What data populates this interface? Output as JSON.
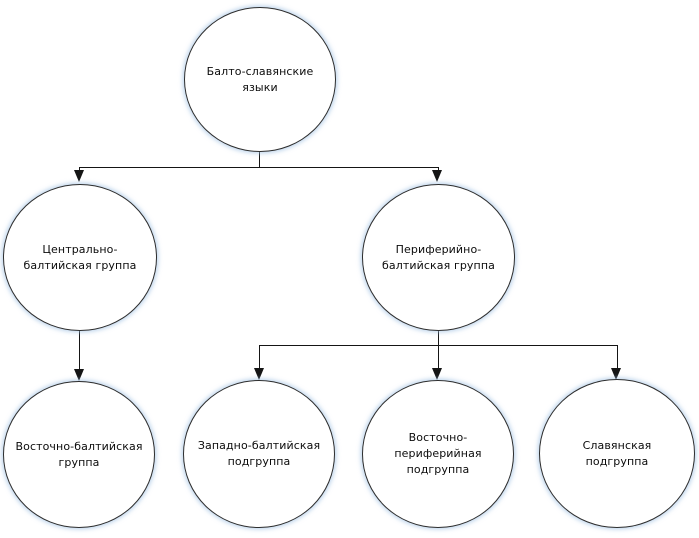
{
  "diagram": {
    "type": "tree",
    "nodes": [
      {
        "id": "balto-slavic-languages",
        "label": "Балто-славянские\nязыки"
      },
      {
        "id": "central-baltic-group",
        "label": "Центрально-\nбалтийская группа"
      },
      {
        "id": "peripheral-baltic-group",
        "label": "Периферийно-\nбалтийская группа"
      },
      {
        "id": "east-baltic-group",
        "label": "Восточно-балтийская\nгруппа"
      },
      {
        "id": "west-baltic-subgroup",
        "label": "Западно-балтийская\nподгруппа"
      },
      {
        "id": "east-peripheral-subgroup",
        "label": "Восточно-\nпериферийная\nподгруппа"
      },
      {
        "id": "slavic-subgroup",
        "label": "Славянская\nподгруппа"
      }
    ],
    "edges": [
      {
        "from": "balto-slavic-languages",
        "to": "central-baltic-group"
      },
      {
        "from": "balto-slavic-languages",
        "to": "peripheral-baltic-group"
      },
      {
        "from": "central-baltic-group",
        "to": "east-baltic-group"
      },
      {
        "from": "peripheral-baltic-group",
        "to": "west-baltic-subgroup"
      },
      {
        "from": "peripheral-baltic-group",
        "to": "east-peripheral-subgroup"
      },
      {
        "from": "peripheral-baltic-group",
        "to": "slavic-subgroup"
      }
    ],
    "colors": {
      "background": "#ffffff",
      "node_fill": "#ffffff",
      "node_stroke": "#2d2d2d",
      "node_glow": "#9dbee2",
      "connector": "#151515",
      "text": "#0b0b0b"
    }
  }
}
